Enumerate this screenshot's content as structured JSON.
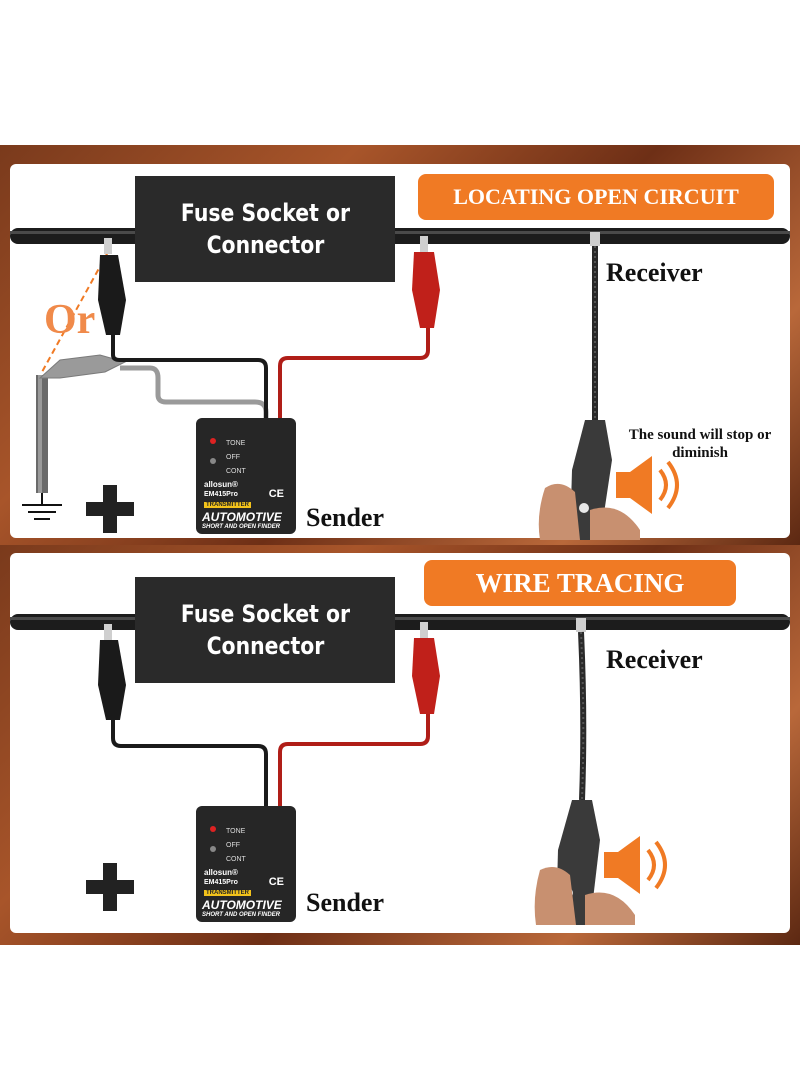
{
  "panels": [
    {
      "banner": "LOCATING OPEN CIRCUIT",
      "fuse_box_line1": "Fuse Socket or",
      "fuse_box_line2": "Connector",
      "receiver_label": "Receiver",
      "sender_label": "Sender",
      "or_label": "Or",
      "note": "The sound will stop or diminish",
      "device": {
        "switch_tone": "TONE",
        "switch_off": "OFF",
        "switch_cont": "CONT",
        "brand": "allosun®",
        "model": "EM415Pro",
        "tag": "TRANSMITTER",
        "title": "AUTOMOTIVE",
        "subtitle": "SHORT AND OPEN FINDER",
        "ce": "CE"
      }
    },
    {
      "banner": "WIRE TRACING",
      "fuse_box_line1": "Fuse Socket or",
      "fuse_box_line2": "Connector",
      "receiver_label": "Receiver",
      "sender_label": "Sender",
      "device": {
        "switch_tone": "TONE",
        "switch_off": "OFF",
        "switch_cont": "CONT",
        "brand": "allosun®",
        "model": "EM415Pro",
        "tag": "TRANSMITTER",
        "title": "AUTOMOTIVE",
        "subtitle": "SHORT AND OPEN FINDER",
        "ce": "CE"
      }
    }
  ],
  "colors": {
    "banner": "#f07a24",
    "fuse_box": "#2a2a2a",
    "red_clip": "#c0201a",
    "black_clip": "#1a1a1a",
    "speaker": "#f07a24"
  },
  "icons": [
    "plus-icon",
    "ground-icon",
    "speaker-icon"
  ]
}
